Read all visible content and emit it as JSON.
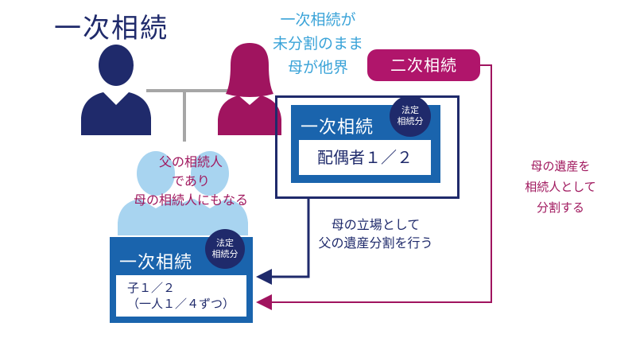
{
  "title": "一次相続",
  "mother_note": [
    "一次相続が",
    "未分割のまま",
    "母が他界"
  ],
  "second_inheritance_label": "二次相続",
  "mother_box": {
    "title": "一次相続",
    "badge": [
      "法定",
      "相続分"
    ],
    "share": "配偶者１／２"
  },
  "heir_note": [
    "父の相続人",
    "であり",
    "母の相続人にもなる"
  ],
  "children_box": {
    "title": "一次相続",
    "badge": [
      "法定",
      "相続分"
    ],
    "share_line1": "子１／２",
    "share_line2": "（一人１／４ずつ）"
  },
  "annotation_mother": [
    "母の立場として",
    "父の遺産分割を行う"
  ],
  "annotation_second": [
    "母の遺産を",
    "相続人として",
    "分割する"
  ],
  "colors": {
    "navy": "#1f2a6b",
    "magenta": "#a0145f",
    "box_blue": "#1a64ad",
    "light_blue": "#a8d4f0",
    "sky_text": "#3aa3d8",
    "gray_line": "#a6a6a6"
  }
}
